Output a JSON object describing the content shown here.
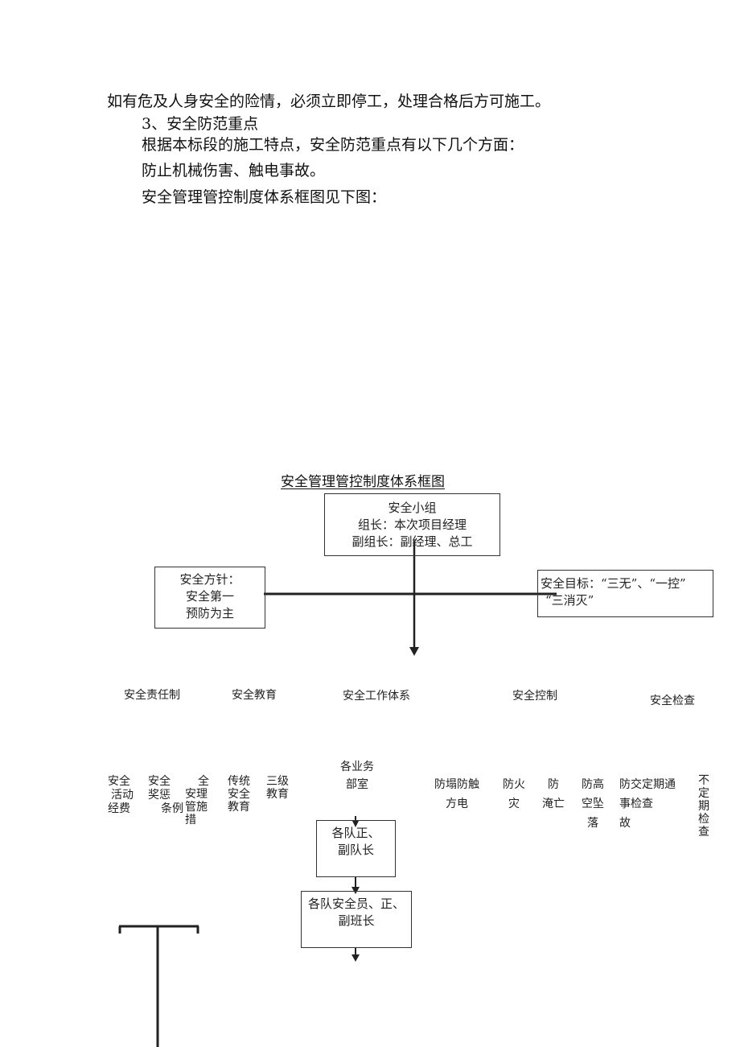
{
  "text": {
    "p1": "如有危及人身安全的险情，必须立即停工，处理合格后方可施工。",
    "p2": "3、安全防范重点",
    "p3": "根据本标段的施工特点，安全防范重点有以下几个方面：",
    "p4": "防止机械伤害、触电事故。",
    "p5": "安全管理管控制度体系框图见下图："
  },
  "diagram": {
    "title": "安全管理管控制度体系框图",
    "group": {
      "l1": "安全小组",
      "l2": "组长：本次项目经理",
      "l3": "副组长：副经理、总工"
    },
    "policy": {
      "l1": "安全方针：",
      "l2": "安全第一",
      "l3": "预防为主"
    },
    "goal": {
      "l1": "安全目标：“三无”、“一控”",
      "l2": "“三消灭”"
    },
    "categories": {
      "c1": "安全责任制",
      "c2": "安全教育",
      "c3": "安全工作体系",
      "c4": "安全控制",
      "c5": "安全检查"
    },
    "v1": [
      "安全",
      "活动",
      "经费"
    ],
    "v2": [
      "安全",
      "奖惩",
      "条例"
    ],
    "v3": [
      "全",
      "安理",
      "管施",
      "措"
    ],
    "v4": [
      "传统",
      "安全",
      "教育"
    ],
    "v5": [
      "三级",
      "教育"
    ],
    "dept": {
      "l1": "各业务",
      "l2": "部室"
    },
    "c_collapse": {
      "l1": "防塌防触",
      "l2": "方电"
    },
    "c_fire": {
      "l1": "防火",
      "l2": "灾"
    },
    "c_flood": {
      "l1": "防",
      "l2": "淹亡"
    },
    "c_fall": {
      "l1": "防高",
      "l2": "空坠",
      "l3": "落"
    },
    "c_traffic": {
      "l1": "防交定期通",
      "l2": "事检查",
      "l3": "故"
    },
    "irregular": [
      "不",
      "定",
      "期",
      "检",
      "查"
    ],
    "team": {
      "l1": "各队正、",
      "l2": "副队长"
    },
    "safety_officer": {
      "l1": "各队安全员、正、",
      "l2": "副班长"
    }
  }
}
